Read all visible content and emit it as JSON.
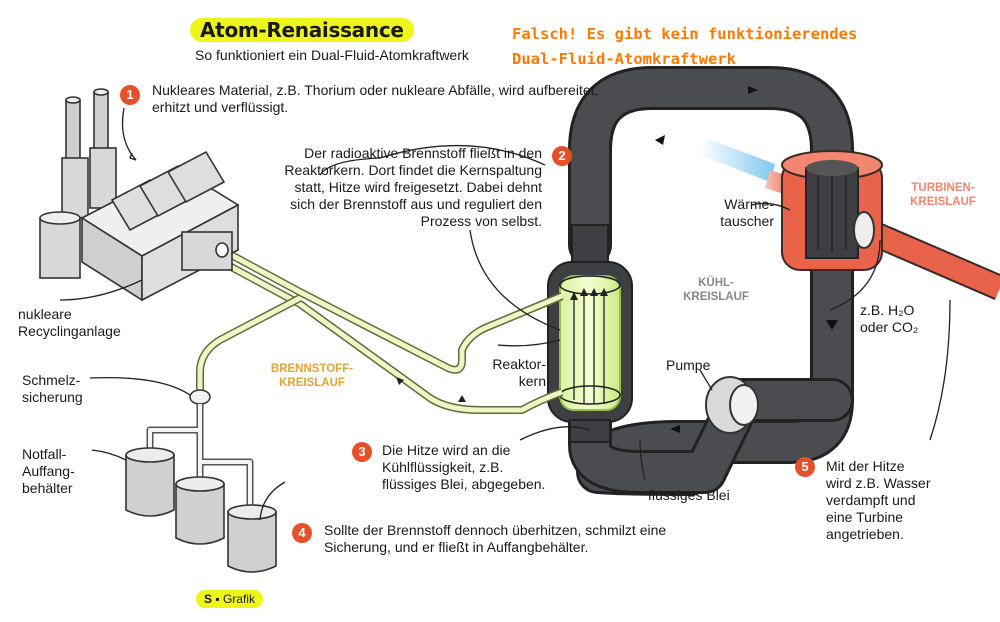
{
  "header": {
    "title": "Atom-Renaissance",
    "subtitle": "So funktioniert ein Dual-Fluid-Atomkraftwerk"
  },
  "annotation": {
    "line1": "Falsch! Es gibt kein funktionierendes",
    "line2": "Dual-Fluid-Atomkraftwerk",
    "color": "#ff7a00"
  },
  "steps": [
    {
      "number": "1",
      "text_lines": [
        "Nukleares Material, z.B. Thorium oder nukleare Abfälle, wird aufbereitet,",
        "erhitzt und verflüssigt."
      ]
    },
    {
      "number": "2",
      "text_lines": [
        "Der radioaktive Brennstoff fließt in den",
        "Reaktorkern. Dort findet die Kernspaltung",
        "statt, Hitze wird freigesetzt. Dabei dehnt",
        "sich der Brennstoff aus und reguliert den",
        "Prozess von selbst."
      ]
    },
    {
      "number": "3",
      "text_lines": [
        "Die Hitze wird an die",
        "Kühlflüssigkeit, z.B.",
        "flüssiges Blei, abgegeben."
      ]
    },
    {
      "number": "4",
      "text_lines": [
        "Sollte der Brennstoff dennoch überhitzen, schmilzt eine",
        "Sicherung, und er fließt in Auffangbehälter."
      ]
    },
    {
      "number": "5",
      "text_lines": [
        "Mit der Hitze",
        "wird z.B. Wasser",
        "verdampft und",
        "eine Turbine",
        "angetrieben."
      ]
    }
  ],
  "labels": {
    "recycling": [
      "nukleare",
      "Recyclinganlage"
    ],
    "fuse": [
      "Schmelz-",
      "sicherung"
    ],
    "emergency": [
      "Notfall-",
      "Auffang-",
      "behälter"
    ],
    "fuel_loop": [
      "BRENNSTOFF-",
      "KREISLAUF"
    ],
    "core": [
      "Reaktor-",
      "kern"
    ],
    "cooling_loop": [
      "KÜHL-",
      "KREISLAUF"
    ],
    "pump": "Pumpe",
    "lead": "flüssiges Blei",
    "heat_exchanger": [
      "Wärme-",
      "tauscher"
    ],
    "turbine_loop": [
      "TURBINEN-",
      "KREISLAUF"
    ],
    "medium_line1": "z.B. H₂O",
    "medium_line2": "oder CO₂"
  },
  "credit": {
    "logo": "S",
    "text": "Grafik"
  },
  "colors": {
    "step_badge": "#e5502a",
    "fuel_loop": "#e2a43a",
    "cooling_pipe": "#4a4c4f",
    "turbine_pipe": "#e8634a",
    "highlight": "#eef51a"
  }
}
